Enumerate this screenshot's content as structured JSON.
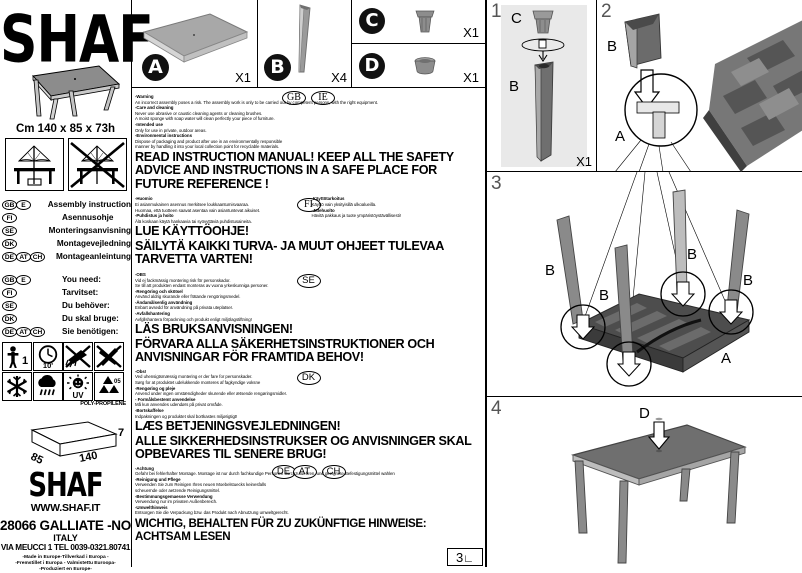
{
  "brand": {
    "logo": "SHAF",
    "website": "WWW.SHAF.IT",
    "address_line1": "28066 GALLIATE -NO",
    "address_line2": "ITALY",
    "address_line3": "VIA MEUCCI 1 TEL 0039-0321.80741",
    "made_in_1": "-Made in Europe-Tillverkad i  Europa -",
    "made_in_2": "-Fremstillet i Europa - Valmistettu Euroopa-",
    "made_in_3": "-Produziert en Europe-"
  },
  "product": {
    "dimensions": "Cm 140 x 85 x 73h",
    "material": "POLY-PROPILENE",
    "box": {
      "width": "140",
      "depth": "85",
      "height": "7"
    }
  },
  "umbrella": {
    "allowed_note": "umbrella-with-base-allowed",
    "forbidden_note": "umbrella-without-base-forbidden"
  },
  "languages": {
    "assembly_heading_rows": [
      {
        "codes": [
          "GB",
          "E"
        ],
        "label": "Assembly instruction"
      },
      {
        "codes": [
          "FI"
        ],
        "label": "Asennusohje"
      },
      {
        "codes": [
          "SE"
        ],
        "label": "Monteringsanvisning"
      },
      {
        "codes": [
          "DK"
        ],
        "label": "Montagevejledning"
      },
      {
        "codes": [
          "DE",
          "AT",
          "CH"
        ],
        "label": "Montageanleintung"
      }
    ],
    "youneed_rows": [
      {
        "codes": [
          "GB",
          "E"
        ],
        "label": "You need:"
      },
      {
        "codes": [
          "FI"
        ],
        "label": "Tarvitset:"
      },
      {
        "codes": [
          "SE"
        ],
        "label": "Du behöver:"
      },
      {
        "codes": [
          "DK"
        ],
        "label": "Du skal bruge:"
      },
      {
        "codes": [
          "DE",
          "AT",
          "CH"
        ],
        "label": "Sie benötigen:"
      }
    ]
  },
  "pictograms": [
    {
      "name": "one-person-icon",
      "caption": "1"
    },
    {
      "name": "ten-minutes-clock-icon",
      "caption": "10'"
    },
    {
      "name": "no-abrasive-brush-icon",
      "caption": ""
    },
    {
      "name": "no-sharp-tools-icon",
      "caption": ""
    },
    {
      "name": "no-frost-icon",
      "caption": ""
    },
    {
      "name": "no-rain-icon",
      "caption": ""
    },
    {
      "name": "uv-sun-icon",
      "caption": "UV"
    },
    {
      "name": "recycling-icon",
      "caption": "05"
    }
  ],
  "parts": [
    {
      "id": "A",
      "qty": "X1",
      "name": "tabletop"
    },
    {
      "id": "B",
      "qty": "X4",
      "name": "leg"
    },
    {
      "id": "C",
      "qty": "X1",
      "name": "screw-insert"
    },
    {
      "id": "D",
      "qty": "X1",
      "name": "cap-plug"
    }
  ],
  "sections": [
    {
      "badges": [
        "GB",
        "IE"
      ],
      "lines": [
        {
          "bold": true,
          "t": "-Warning"
        },
        {
          "bold": false,
          "t": "An incorrect assembly poses a risk. The assembly work is only to be carried out by competent persons, with the right equipment."
        },
        {
          "bold": true,
          "t": "-Care and cleaning"
        },
        {
          "bold": false,
          "t": "Never use abrasive or caustic cleaning agents or cleaning brushes."
        },
        {
          "bold": false,
          "t": "A moist sponge with soap water will clean perfectly your piece of furniture."
        },
        {
          "bold": true,
          "t": "-Intended use"
        },
        {
          "bold": false,
          "t": "Only for use in private, outdoor areas."
        },
        {
          "bold": true,
          "t": "-Environmental instructions"
        },
        {
          "bold": false,
          "t": "Dispose of packaging and product after use in an environmentally responsible"
        },
        {
          "bold": false,
          "t": "manner by handling it into your local collection point for recyclable materials."
        }
      ],
      "callout": "READ INSTRUCTION MANUAL! KEEP ALL THE SAFETY ADVICE AND INSTRUCTIONS IN A SAFE PLACE FOR FUTURE REFERENCE !"
    },
    {
      "badges": [
        "FI"
      ],
      "col1": [
        {
          "bold": true,
          "t": "-Huomio"
        },
        {
          "bold": false,
          "t": "Ei asianmukainen asennus merkitsee loukkaantumisvaaraa."
        },
        {
          "bold": false,
          "t": "Huomaa, että tuotteen saavat asentaa vain asiantuntevat aikuiset."
        },
        {
          "bold": true,
          "t": "-Puhdistus ja hoito"
        },
        {
          "bold": false,
          "t": "Älä koskaan käytä hankaavia tai syövyttäviä puhdistusaineita."
        }
      ],
      "col2": [
        {
          "bold": true,
          "t": "-Käyttötarkoitus"
        },
        {
          "bold": false,
          "t": "Käyttö vain yksityisillä ulkoalueilla."
        },
        {
          "bold": true,
          "t": "-Jätehuolto"
        },
        {
          "bold": false,
          "t": "Hävitä pakkaus ja tuote ympäristöystävällisesti!"
        }
      ],
      "callout": "LUE KÄYTTÖOHJE!",
      "callout2": "SÄILYTÄ KAIKKI TURVA- JA MUUT OHJEET TULEVAA TARVETTA VARTEN!"
    },
    {
      "badges": [
        "SE"
      ],
      "lines": [
        {
          "bold": true,
          "t": "-OBS"
        },
        {
          "bold": false,
          "t": "Vid ej fackmässig montering risk för personskador."
        },
        {
          "bold": false,
          "t": "Se till att produkten endast monteras av vuxna yrkeskunniga personer."
        },
        {
          "bold": true,
          "t": "-Rengöring och skötsel"
        },
        {
          "bold": false,
          "t": "Använd aldrig skurande eller frätande rengöringsmedel."
        },
        {
          "bold": true,
          "t": "-Ändamålsenlig användning"
        },
        {
          "bold": false,
          "t": "Enbart avsedd för användning på privata uteplatser."
        },
        {
          "bold": true,
          "t": "-Avfallshantering"
        },
        {
          "bold": false,
          "t": "Avfgllshantera förpackning och produkt enligt miljölagstiftning!"
        }
      ],
      "callout": "LÄS BRUKSANVISNINGEN!",
      "callout2": "FÖRVARA ALLA SÄKERHETSINSTRUKTIONER OCH ANVISNINGAR FÖR FRAMTIDA BEHOV!"
    },
    {
      "badges": [
        "DK"
      ],
      "lines": [
        {
          "bold": true,
          "t": "-Obs!"
        },
        {
          "bold": false,
          "t": "Ved uhensigtsmæssig montering er der fare for personskader."
        },
        {
          "bold": false,
          "t": "Sørg for at produktet udelukkende monteres af fagkyndige voksne"
        },
        {
          "bold": true,
          "t": "-Rengøring og pleje"
        },
        {
          "bold": false,
          "t": "Anvend under ingen omstændigheder skurende eller ætsende rengøringsmidler."
        },
        {
          "bold": true,
          "t": "- Formålsbestemt anvendelse"
        },
        {
          "bold": false,
          "t": "Må kun anvendes udendørs på privat område."
        },
        {
          "bold": true,
          "t": "-Bortskaffelse"
        },
        {
          "bold": false,
          "t": "Indpakningen og produktet skal bortkastes miljørigtigt!"
        }
      ],
      "callout": "LÆS BETJENINGSVEJLEDNINGEN!",
      "callout2": "ALLE SIKKERHEDSINSTRUKSER OG ANVISNINGER  SKAL OPBEVARES TIL SENERE BRUG!"
    },
    {
      "badges": [
        "DE",
        "AT",
        "CH"
      ],
      "lines": [
        {
          "bold": true,
          "t": "-Achtung"
        },
        {
          "bold": false,
          "t": "Gefahr bei fehlerhafter Montage. Montage ist nur durch fachkundige Personen durchzufuehren, und geeignete Befestigungsmittel wahlen"
        },
        {
          "bold": true,
          "t": "-Reinigung und Pflege"
        },
        {
          "bold": false,
          "t": "Verwenden Sie zum Reinigen Ihres neuen Moebelstuecks keinesfalls"
        },
        {
          "bold": false,
          "t": "scheuernde oder aetzende Reinigungsmittel."
        },
        {
          "bold": true,
          "t": "-Bestimmungsgemaesse Verwendung"
        },
        {
          "bold": false,
          "t": "Verwendung nur im privaten Außenbereich."
        },
        {
          "bold": true,
          "t": "-Umwelthinweis"
        },
        {
          "bold": false,
          "t": "Entsorgen  Sie die Verpackung bzw. das Produkt nach Abnutzung umweltgerecht."
        }
      ],
      "callout": "WICHTIG, BEHALTEN FÜR ZU ZUKÜNFTIGE HINWEISE: ACHTSAM LESEN"
    }
  ],
  "steps": [
    {
      "num": "1",
      "labels": [
        "C",
        "B"
      ],
      "qty": "X1"
    },
    {
      "num": "2",
      "labels": [
        "B",
        "A"
      ]
    },
    {
      "num": "3",
      "labels": [
        "B",
        "B",
        "B",
        "B",
        "A"
      ]
    },
    {
      "num": "4",
      "labels": [
        "D"
      ]
    }
  ],
  "page": {
    "number": "3"
  }
}
